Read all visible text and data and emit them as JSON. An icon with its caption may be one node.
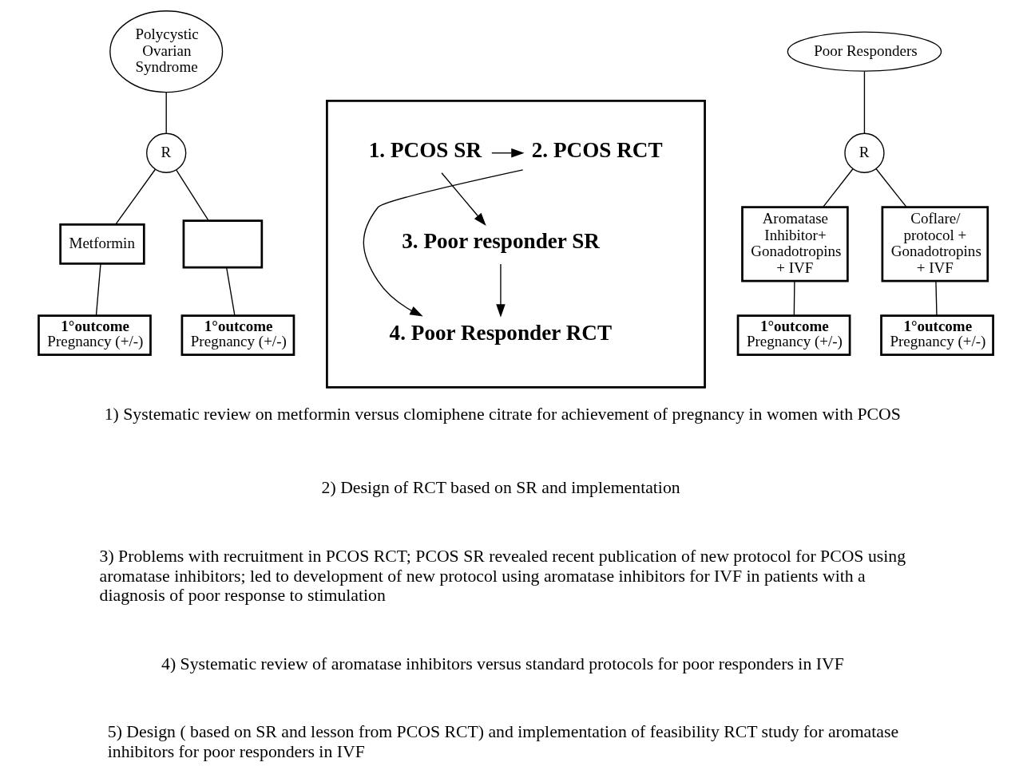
{
  "diagram": {
    "nodes": [
      {
        "text": [
          "Polycystic Ovarian Syndrome"
        ]
      },
      {
        "text": [
          "R"
        ]
      },
      {
        "text": [
          "Metformin"
        ]
      },
      {
        "text": [],
        "shape": "box"
      },
      {
        "text": [
          "1°outcome",
          "Pregnancy (+/-)"
        ]
      },
      {
        "text": [
          "1°outcome",
          "Pregnancy (+/-)"
        ]
      },
      {
        "text": [],
        "shape": "box"
      },
      {
        "text": [
          "1. PCOS SR"
        ],
        "in": 6
      },
      {
        "text": [
          "2. PCOS RCT"
        ],
        "in": 6
      },
      {
        "text": [
          "3. Poor responder SR"
        ],
        "in": 6
      },
      {
        "text": [
          "4. Poor Responder RCT"
        ],
        "in": 6
      },
      {
        "text": [
          "Poor Responders"
        ]
      },
      {
        "text": [
          "R"
        ]
      },
      {
        "text": [
          "Aromatase Inhibitor+ Gonadotropins + IVF"
        ]
      },
      {
        "text": [
          "Coflare/ protocol + Gonadotropins + IVF"
        ]
      },
      {
        "text": [
          "1°outcome",
          "Pregnancy (+/-)"
        ]
      },
      {
        "text": [
          "1°outcome",
          "Pregnancy (+/-)"
        ]
      }
    ],
    "edges": [
      {
        "from": 0,
        "to": 1,
        "arrow": "none"
      },
      {
        "from": 1,
        "to": 2,
        "arrow": "none"
      },
      {
        "from": 1,
        "to": 3,
        "arrow": "none"
      },
      {
        "from": 2,
        "to": 4,
        "arrow": "none"
      },
      {
        "from": 3,
        "to": 5,
        "arrow": "none"
      },
      {
        "from": 7,
        "to": 8,
        "arrow": "to"
      },
      {
        "from": 7,
        "to": 9,
        "arrow": "to"
      },
      {
        "from": 9,
        "to": 10,
        "arrow": "to"
      },
      {
        "from": 8,
        "to": 10,
        "arrow": "to"
      },
      {
        "from": 11,
        "to": 12,
        "arrow": "none"
      },
      {
        "from": 12,
        "to": 13,
        "arrow": "none"
      },
      {
        "from": 12,
        "to": 14,
        "arrow": "none"
      },
      {
        "from": 13,
        "to": 15,
        "arrow": "none"
      },
      {
        "from": 14,
        "to": 16,
        "arrow": "none"
      }
    ],
    "labels": [
      "1) Systematic review on metformin versus clomiphene citrate for achievement of pregnancy in women with PCOS",
      "2) Design of RCT based on SR and implementation",
      "3) Problems with recruitment in PCOS RCT; PCOS SR revealed recent publication of new protocol for PCOS using aromatase inhibitors; led to development of new protocol using aromatase inhibitors for IVF in patients with a diagnosis of poor response to stimulation",
      "4) Systematic review of aromatase inhibitors versus standard protocols for poor responders in IVF",
      "5) Design ( based on SR and lesson from PCOS RCT) and implementation of feasibility RCT study for aromatase inhibitors for poor responders in IVF"
    ]
  }
}
